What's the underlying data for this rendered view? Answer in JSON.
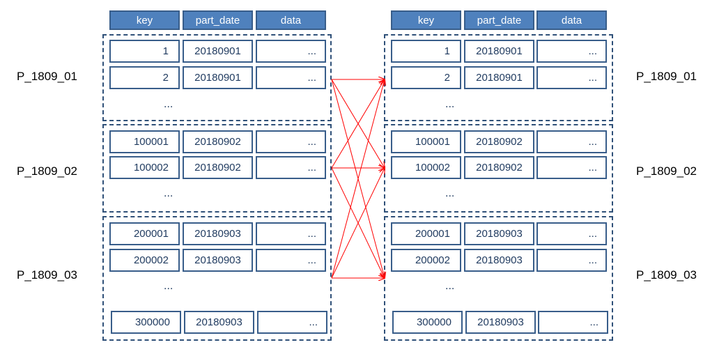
{
  "headers": {
    "key": "key",
    "part_date": "part_date",
    "data": "data"
  },
  "partitions": [
    {
      "label": "P_1809_01",
      "rows": [
        {
          "key": "1",
          "part_date": "20180901",
          "data": "..."
        },
        {
          "key": "2",
          "part_date": "20180901",
          "data": "..."
        }
      ],
      "ellipsis": "...",
      "last_row": null
    },
    {
      "label": "P_1809_02",
      "rows": [
        {
          "key": "100001",
          "part_date": "20180902",
          "data": "..."
        },
        {
          "key": "100002",
          "part_date": "20180902",
          "data": "..."
        }
      ],
      "ellipsis": "...",
      "last_row": null
    },
    {
      "label": "P_1809_03",
      "rows": [
        {
          "key": "200001",
          "part_date": "20180903",
          "data": "..."
        },
        {
          "key": "200002",
          "part_date": "20180903",
          "data": "..."
        }
      ],
      "ellipsis": "...",
      "last_row": {
        "key": "300000",
        "part_date": "20180903",
        "data": "..."
      }
    }
  ],
  "colors": {
    "header_fill": "#4f81bd",
    "border": "#385d8a",
    "text": "#1f3a5f",
    "arrow": "#ff0000"
  }
}
